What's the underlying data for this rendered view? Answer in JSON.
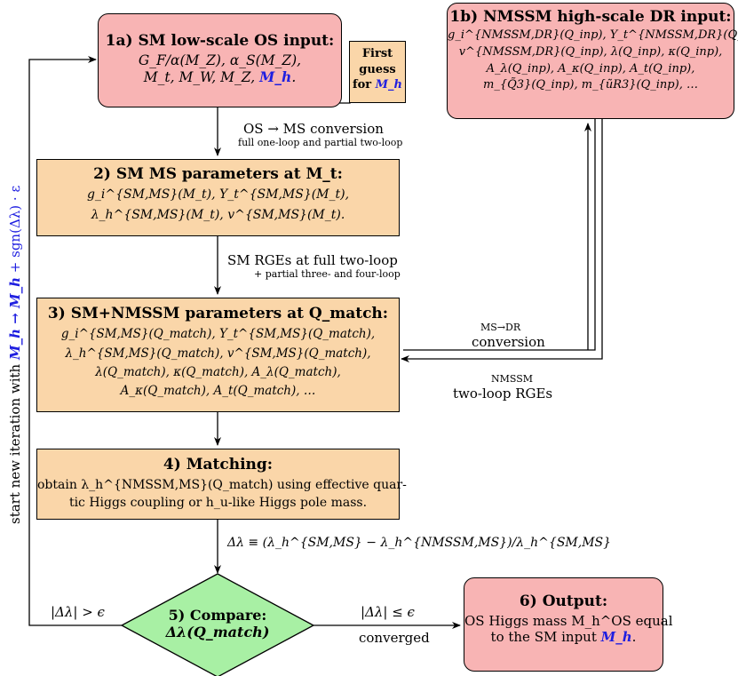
{
  "box_1a": {
    "title": "1a) SM low-scale OS input:",
    "line1": "G_F/α(M_Z), α_S(M_Z),",
    "line2_prefix": "M_t, M_W, M_Z, ",
    "line2_highlight": "M_h",
    "line2_suffix": "."
  },
  "first_guess": {
    "line1": "First",
    "line2": "guess",
    "line3_prefix": "for ",
    "line3_highlight": "M_h"
  },
  "box_1b": {
    "title": "1b) NMSSM high-scale DR input:",
    "line1": "g_i^{NMSSM,DR}(Q_inp), Y_t^{NMSSM,DR}(Q_inp),",
    "line2": "v^{NMSSM,DR}(Q_inp), λ(Q_inp), κ(Q_inp),",
    "line3": "A_λ(Q_inp), A_κ(Q_inp), A_t(Q_inp),",
    "line4": "m_{Q̃3}(Q_inp), m_{ũR3}(Q_inp), …"
  },
  "arrow_os_ms": {
    "main": "OS → MS conversion",
    "sub": "full one-loop and partial two-loop"
  },
  "box_2": {
    "title": "2) SM MS parameters at M_t:",
    "line1": "g_i^{SM,MS}(M_t), Y_t^{SM,MS}(M_t),",
    "line2": "λ_h^{SM,MS}(M_t), v^{SM,MS}(M_t)."
  },
  "arrow_rge": {
    "main": "SM RGEs at full two-loop",
    "sub": "+ partial three- and four-loop"
  },
  "box_3": {
    "title": "3) SM+NMSSM parameters at Q_match:",
    "line1": "g_i^{SM,MS}(Q_match), Y_t^{SM,MS}(Q_match),",
    "line2": "λ_h^{SM,MS}(Q_match), v^{SM,MS}(Q_match),",
    "line3": "λ(Q_match), κ(Q_match), A_λ(Q_match),",
    "line4": "A_κ(Q_match), A_t(Q_match), …"
  },
  "conversion": {
    "top": "MS→DR",
    "bottom": "conversion"
  },
  "nmssm_rge": {
    "top": "NMSSM",
    "bottom": "two-loop RGEs"
  },
  "box_4": {
    "title": "4) Matching:",
    "line1": "obtain λ_h^{NMSSM,MS}(Q_match) using effective quar-",
    "line2": "tic Higgs coupling or h_u-like Higgs pole mass."
  },
  "delta_def": "Δλ ≡ (λ_h^{SM,MS} − λ_h^{NMSSM,MS})/λ_h^{SM,MS}",
  "box_5": {
    "title": "5) Compare:",
    "subtitle": "Δλ(Q_match)"
  },
  "cond_left": "|Δλ| > ϵ",
  "cond_right": "|Δλ| ≤ ϵ",
  "converged": "converged",
  "box_6": {
    "title": "6) Output:",
    "line1": "OS Higgs mass M_h^OS equal",
    "line2_prefix": "to the SM input ",
    "line2_highlight": "M_h",
    "line2_suffix": "."
  },
  "iteration": {
    "prefix": "start new iteration with ",
    "highlight": "M_h → M_h",
    "suffix": " + sgn(Δλ) · ε"
  },
  "colors": {
    "red_box": "#f8b4b4",
    "tan_box": "#fad6a9",
    "diamond": "#a8f0a4",
    "accent_blue": "#1f1fe0"
  }
}
